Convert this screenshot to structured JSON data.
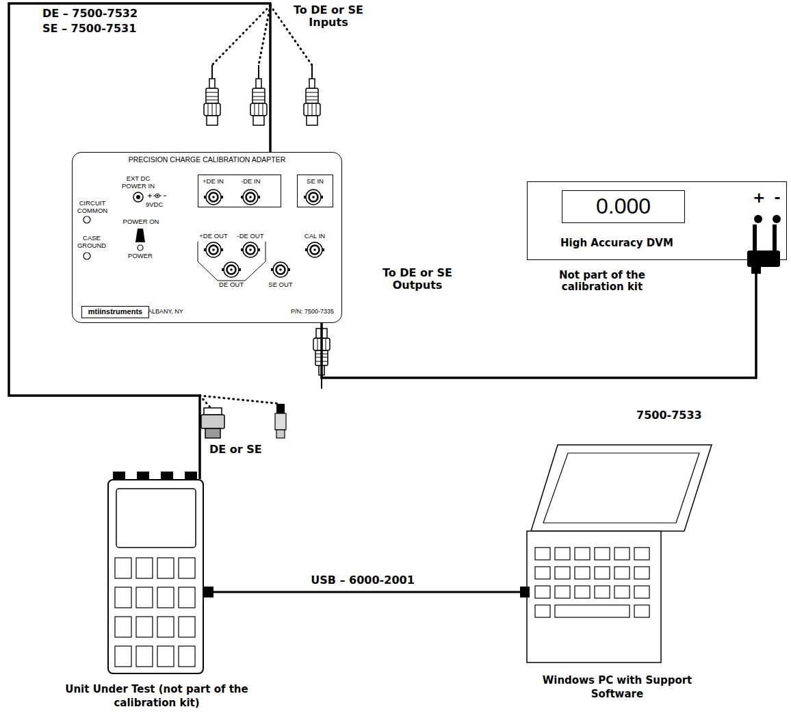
{
  "diagram": {
    "nodes": [
      {
        "text": [
          "PRECISION CHARGE CALIBRATION ADAPTER"
        ]
      },
      {
        "text": [
          "+DE IN",
          "-DE IN"
        ],
        "in": 0
      },
      {
        "text": [
          "SE IN"
        ],
        "in": 0
      },
      {
        "text": [
          "mtiinstruments"
        ],
        "in": 0
      },
      {
        "text": [
          "High Accuracy DVM"
        ]
      },
      {
        "text": [
          "0.000"
        ],
        "in": 4
      },
      {
        "text": [
          "Unit Under Test (not part of the calibration kit)"
        ]
      },
      {
        "text": [
          "Windows PC with Support Software"
        ]
      }
    ],
    "edges": [
      {
        "from": 6,
        "to": 0,
        "arrow": "none"
      },
      {
        "from": 0,
        "to": 4,
        "arrow": "none"
      },
      {
        "from": 6,
        "to": 7,
        "label": "USB – 6000-2001",
        "arrow": "none"
      }
    ],
    "labels": [
      "DE – 7500-7532",
      "SE – 7500-7531",
      "To DE or SE Inputs",
      "EXT DC POWER IN",
      "9VDC",
      "CIRCUIT COMMON",
      "POWER ON",
      "CASE GROUND",
      "POWER",
      "+DE OUT",
      "-DE OUT",
      "CAL IN",
      "DE OUT",
      "SE OUT",
      "ALBANY, NY",
      "P/N: 7500-7335",
      "To DE or SE Outputs",
      "+",
      "-",
      "Not part of the calibration kit",
      "7500-7533",
      "DE or SE"
    ]
  }
}
